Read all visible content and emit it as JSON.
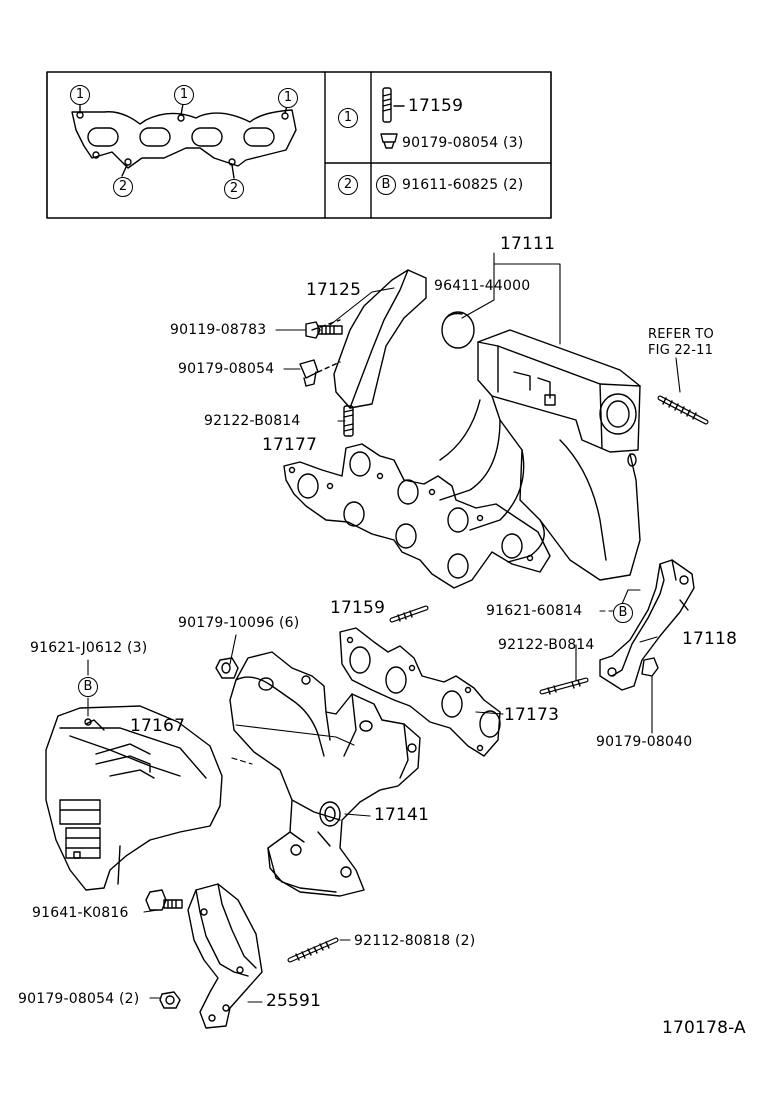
{
  "legend": {
    "callout_1": "1",
    "callout_2": "2",
    "row1_key": "1",
    "row1_part_a": "17159",
    "row1_part_b": "90179-08054 (3)",
    "row2_key": "2",
    "row2_marker": "B",
    "row2_part": "91611-60825 (2)"
  },
  "labels": {
    "p17111": "17111",
    "p96411": "96411-44000",
    "p17125": "17125",
    "p90119": "90119-08783",
    "p90179_08054": "90179-08054",
    "p92122_top": "92122-B0814",
    "p17177": "17177",
    "refer_1": "REFER TO",
    "refer_2": "FIG 22-11",
    "p17159": "17159",
    "p90179_10096": "90179-10096 (6)",
    "p91621_j0612": "91621-J0612 (3)",
    "p91621_60814": "91621-60814",
    "p92122_mid": "92122-B0814",
    "p17118": "17118",
    "p17167": "17167",
    "p17173": "17173",
    "p90179_08040": "90179-08040",
    "p17141": "17141",
    "p91641": "91641-K0816",
    "p92112": "92112-80818 (2)",
    "p90179_08054_2": "90179-08054 (2)",
    "p25591": "25591",
    "marker_b": "B",
    "figure_id": "170178-A"
  },
  "colors": {
    "line": "#000000",
    "background": "#ffffff"
  }
}
